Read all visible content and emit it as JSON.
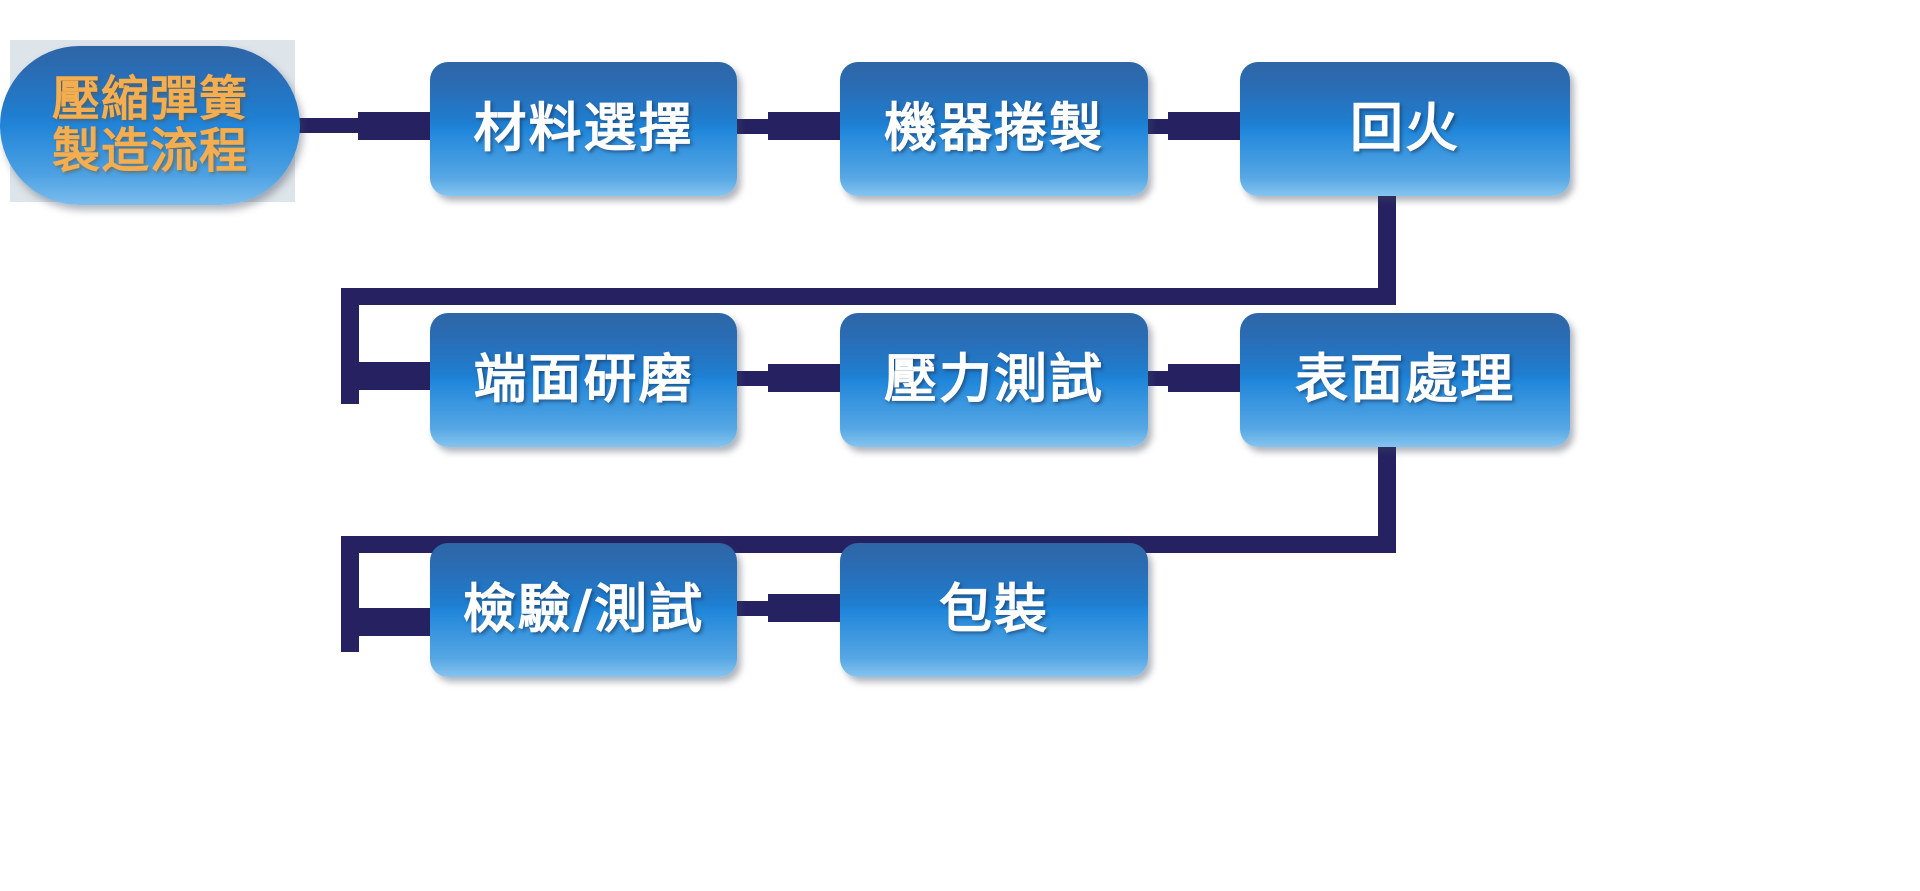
{
  "diagram": {
    "title_node": {
      "name": "title-node",
      "text": "壓縮彈簧\n製造流程",
      "text_color": "#f5ae4f",
      "fill_start": "#2e66a6",
      "fill_end": "#7bbdee"
    },
    "node_text_color": "#ffffff",
    "connector_color": "#262262",
    "backdrop_color": "#dde4ea",
    "rows": [
      {
        "row_index": 1,
        "nodes": [
          {
            "id": "material-selection",
            "label": "材料選擇"
          },
          {
            "id": "machine-coiling",
            "label": "機器捲製"
          },
          {
            "id": "tempering",
            "label": "回火"
          }
        ]
      },
      {
        "row_index": 2,
        "nodes": [
          {
            "id": "end-face-grinding",
            "label": "端面研磨"
          },
          {
            "id": "pressure-testing",
            "label": "壓力測試"
          },
          {
            "id": "surface-treatment",
            "label": "表面處理"
          }
        ]
      },
      {
        "row_index": 3,
        "nodes": [
          {
            "id": "inspection-testing",
            "label": "檢驗/測試"
          },
          {
            "id": "packaging",
            "label": "包裝"
          }
        ]
      }
    ],
    "flow_sequence": [
      "壓縮彈簧製造流程",
      "材料選擇",
      "機器捲製",
      "回火",
      "端面研磨",
      "壓力測試",
      "表面處理",
      "檢驗/測試",
      "包裝"
    ]
  }
}
